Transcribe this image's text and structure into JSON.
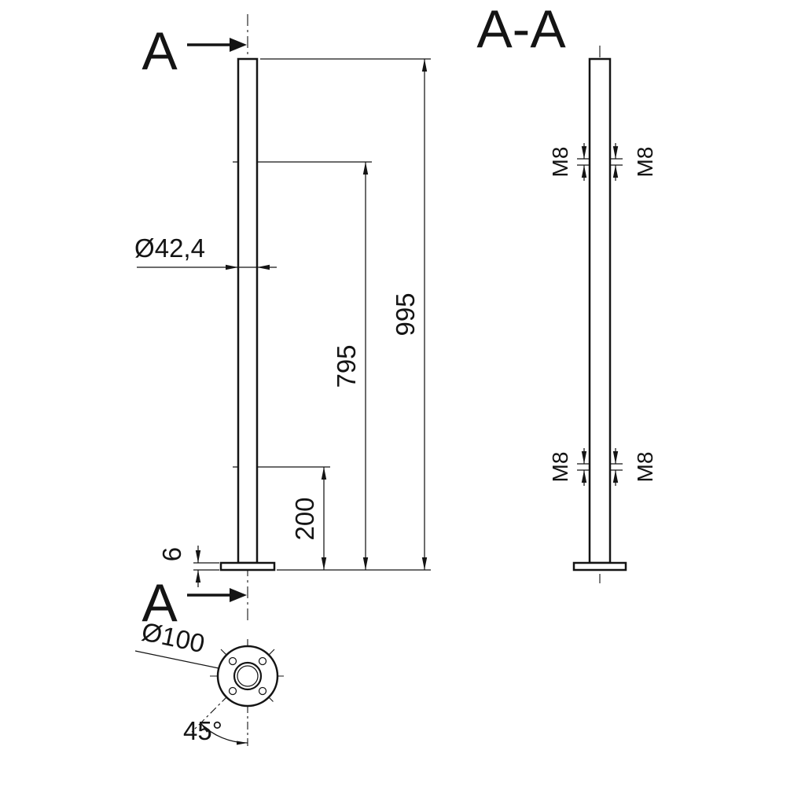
{
  "drawing": {
    "front_view": {
      "section_label_top": "A",
      "section_label_bottom": "A",
      "dim_overall_height": "995",
      "dim_upper_hole": "795",
      "dim_lower_hole": "200",
      "dim_post_diameter": "Ø42,4",
      "dim_plate_thickness": "6"
    },
    "section_view": {
      "title": "A-A",
      "thread_upper_left": "M8",
      "thread_upper_right": "M8",
      "thread_lower_left": "M8",
      "thread_lower_right": "M8"
    },
    "plan_view": {
      "dim_base_diameter": "Ø100",
      "dim_hole_angle": "45°"
    }
  }
}
